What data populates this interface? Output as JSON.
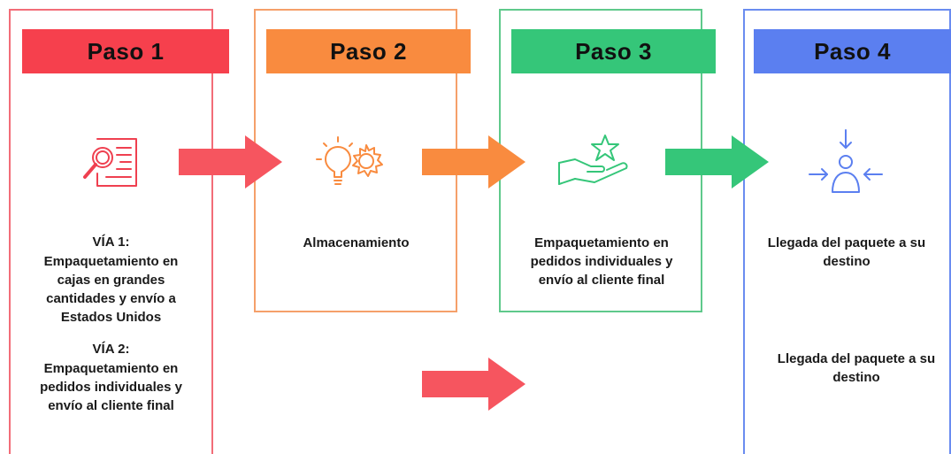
{
  "steps": [
    {
      "title": "Paso 1",
      "color": "#f6404d",
      "border": "#f26d78",
      "icon": "search-document-icon"
    },
    {
      "title": "Paso 2",
      "color": "#f98b3f",
      "border": "#f5a06a",
      "icon": "idea-gear-icon",
      "text": "Almacenamiento"
    },
    {
      "title": "Paso 3",
      "color": "#35c679",
      "border": "#5fc98b",
      "icon": "hand-star-icon",
      "text": "Empaquetamiento en pedidos individuales y envío al cliente final"
    },
    {
      "title": "Paso 4",
      "color": "#5b7ff0",
      "border": "#6a8cf0",
      "icon": "person-target-icon",
      "text": "Llegada del paquete a su destino"
    }
  ],
  "step1": {
    "via1_label": "VÍA 1:",
    "via1_text": "Empaquetamiento en cajas en grandes cantidades y envío a Estados Unidos",
    "via2_label": "VÍA 2:",
    "via2_text": "Empaquetamiento en pedidos individuales y envío al cliente final"
  },
  "step4_second_text": "Llegada del paquete a su destino",
  "arrows": [
    {
      "name": "arrow-1-to-2",
      "color": "#f6555f"
    },
    {
      "name": "arrow-2-to-3",
      "color": "#f98b3f"
    },
    {
      "name": "arrow-3-to-4",
      "color": "#35c679"
    },
    {
      "name": "arrow-via2-bypass",
      "color": "#f6555f"
    }
  ]
}
